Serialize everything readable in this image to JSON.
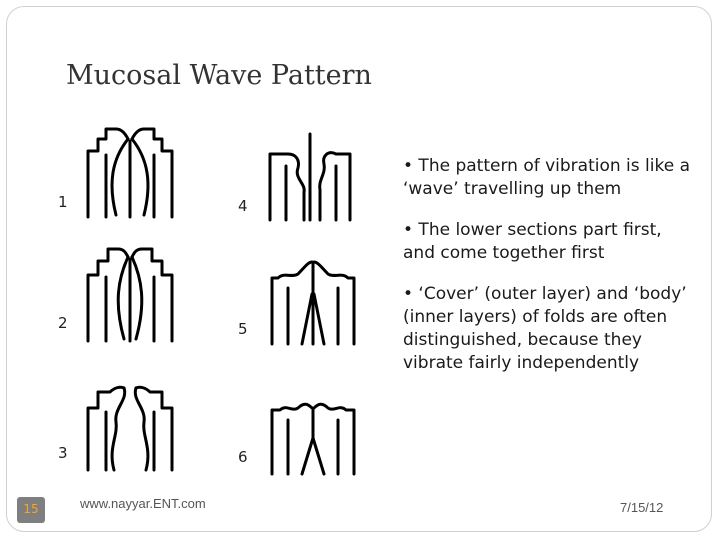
{
  "slide": {
    "title": "Mucosal Wave Pattern",
    "figure_labels": [
      "1",
      "2",
      "3",
      "4",
      "5",
      "6"
    ],
    "bullets": [
      "• The pattern of vibration is like a ‘wave’ travelling up them",
      "• The lower sections part first, and come together first",
      "• ‘Cover’ (outer layer) and ‘body’ (inner layers) of folds are often distinguished, because they vibrate fairly independently"
    ],
    "footer": {
      "slide_number": "15",
      "url": "www.nayyar.ENT.com",
      "date": "7/15/12"
    }
  },
  "colors": {
    "badge": "#7f7f7f",
    "badge_text": "#f5a623",
    "stroke": "#000000"
  }
}
